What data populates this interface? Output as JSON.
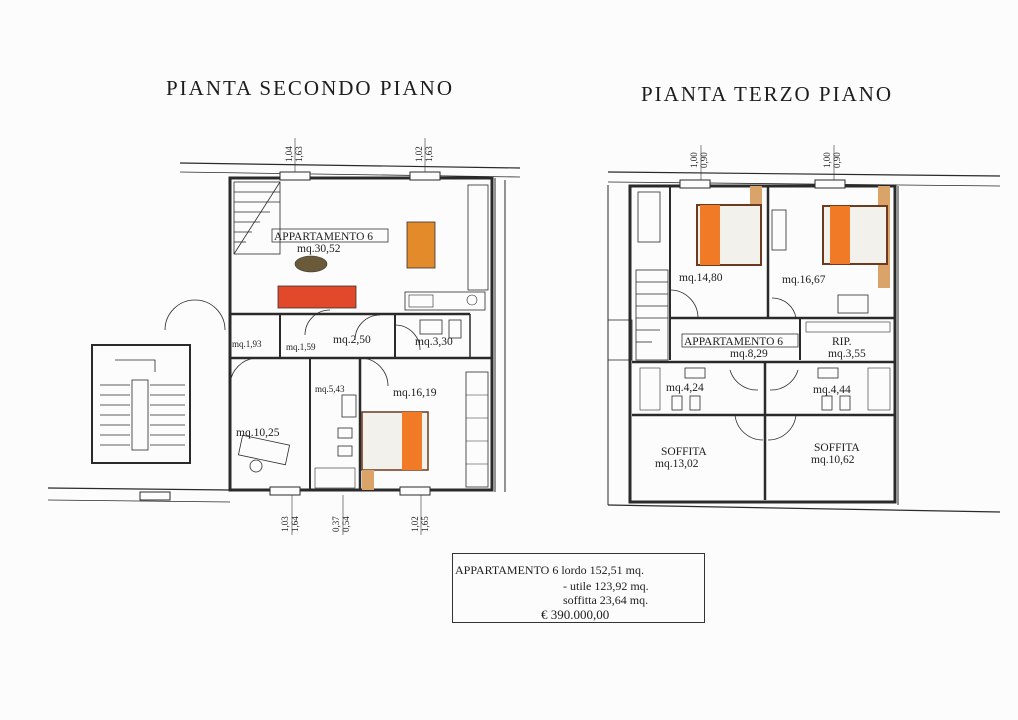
{
  "titles": {
    "second_floor": "PIANTA SECONDO PIANO",
    "third_floor": "PIANTA TERZO PIANO"
  },
  "second_floor": {
    "apartment_label": "APPARTAMENTO 6",
    "living_area": "mq.30,52",
    "closet_a": "mq.1,93",
    "closet_b": "mq.1,59",
    "hall": "mq.2,50",
    "utility": "mq.3,30",
    "study": "mq.10,25",
    "bath": "mq.5,43",
    "bedroom": "mq.16,19",
    "window_dims": {
      "top_left": [
        "1,04",
        "1,63"
      ],
      "top_right": [
        "1,02",
        "1,63"
      ],
      "bottom_left": [
        "1,03",
        "1,64"
      ],
      "bottom_mid": [
        "0,37",
        "0,54"
      ],
      "bottom_right": [
        "1,02",
        "1,65"
      ]
    }
  },
  "third_floor": {
    "bedroom_a": "mq.14,80",
    "bedroom_b": "mq.16,67",
    "apartment_label": "APPARTAMENTO 6",
    "hall": "mq.8,29",
    "storage_label": "RIP.",
    "storage": "mq.3,55",
    "bath_a": "mq.4,24",
    "bath_b": "mq.4,44",
    "attic_a_label": "SOFFITA",
    "attic_a": "mq.13,02",
    "attic_b_label": "SOFFITA",
    "attic_b": "mq.10,62",
    "window_dims": {
      "top_left": [
        "1,00",
        "0,90"
      ],
      "top_right": [
        "1,00",
        "0,90"
      ]
    }
  },
  "summary": {
    "line1": "APPARTAMENTO 6 lordo 152,51 mq.",
    "line2": "- utile 123,92 mq.",
    "line3": "soffitta 23,64 mq.",
    "price": "€ 390.000,00"
  },
  "colors": {
    "wall": "#2a2a2a",
    "bed_accent": "#f07a26",
    "bed_frame": "#6b3a1f",
    "table": "#e38a2b",
    "sofa": "#e2492b",
    "beam": "#d9a36a"
  }
}
